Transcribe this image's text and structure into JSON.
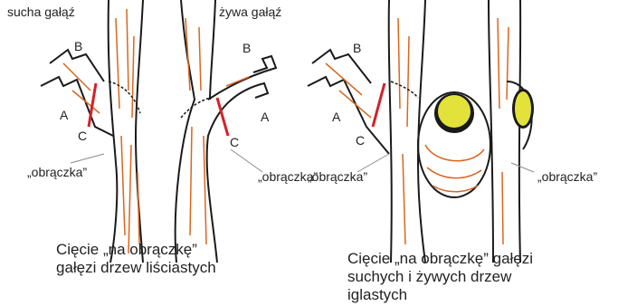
{
  "labels": {
    "dry_branch": "sucha gałąź",
    "live_branch": "żywa gałąź",
    "b": "B",
    "a": "A",
    "c": "C",
    "ring": "„obrączka”"
  },
  "captions": {
    "left_line1": "Cięcie „na obrączkę”",
    "left_line2": "gałęzi drzew liściastych",
    "right_line1": "Cięcie „na obrączkę” gałęzi",
    "right_line2": "suchych i żywych drzew",
    "right_line3": "iglastych"
  },
  "colors": {
    "outline": "#1a1a1a",
    "grain": "#d9661f",
    "cut_line": "#d4202a",
    "wound": "#e3e23a",
    "leader": "#8a8a8a",
    "text": "#222222"
  }
}
